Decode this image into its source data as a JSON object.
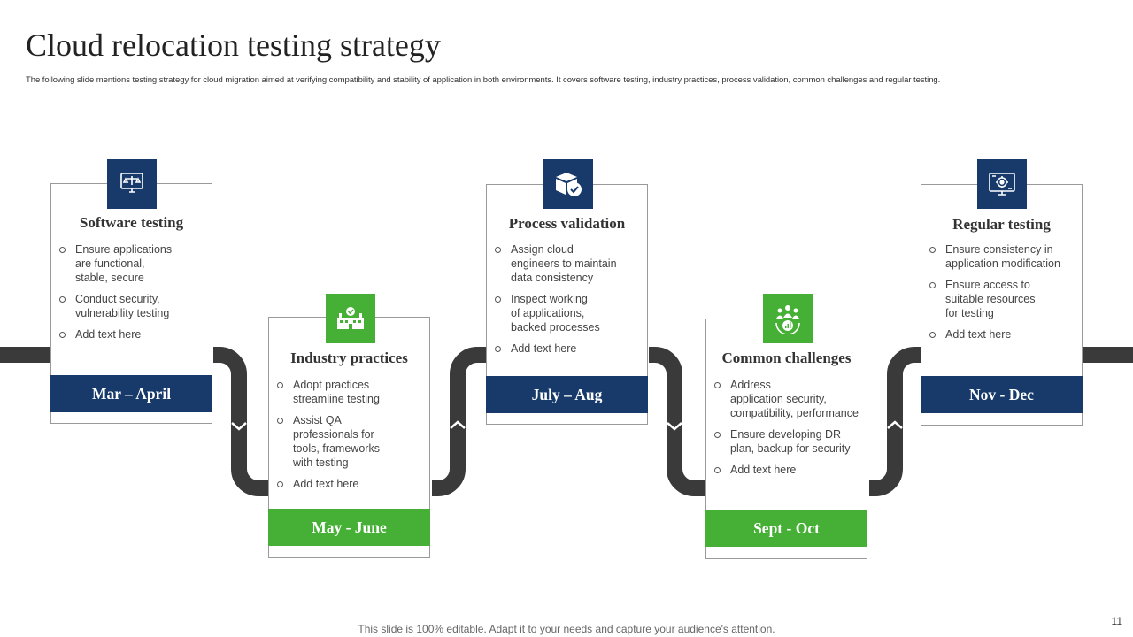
{
  "slide": {
    "title": "Cloud relocation  testing strategy",
    "subtitle": "The following slide mentions testing strategy for cloud migration aimed at verifying compatibility and stability of application in both environments. It covers software testing, industry practices, process validation, common challenges and regular testing.",
    "footer": "This slide is 100% editable. Adapt it to your needs and capture your audience's attention.",
    "page_number": "11"
  },
  "colors": {
    "blue": "#173a6b",
    "green": "#45b035",
    "road": "#3a3a3a"
  },
  "stages": [
    {
      "title": "Software testing",
      "period": "Mar – April",
      "color": "blue",
      "icon": "monitor-scale-icon",
      "items": [
        [
          "Ensure applications",
          "are functional,",
          "stable, secure"
        ],
        [
          "Conduct security,",
          "vulnerability  testing"
        ],
        [
          "Add text here"
        ]
      ]
    },
    {
      "title": "Industry practices",
      "period": "May - June",
      "color": "green",
      "icon": "factory-check-icon",
      "items": [
        [
          "Adopt practices",
          "streamline testing"
        ],
        [
          "Assist QA",
          "professionals for",
          "tools, frameworks",
          "with testing"
        ],
        [
          "Add text here"
        ]
      ]
    },
    {
      "title": "Process validation",
      "period": "July – Aug",
      "color": "blue",
      "icon": "box-check-icon",
      "items": [
        [
          "Assign cloud",
          "engineers to maintain",
          "data consistency"
        ],
        [
          "Inspect working",
          "of applications,",
          "backed processes"
        ],
        [
          "Add text here"
        ]
      ]
    },
    {
      "title": "Common challenges",
      "period": "Sept - Oct",
      "color": "green",
      "icon": "team-growth-icon",
      "items": [
        [
          "Address",
          "application security,",
          "compatibility, performance"
        ],
        [
          "Ensure developing DR",
          "plan, backup for security"
        ],
        [
          "Add text here"
        ]
      ]
    },
    {
      "title": "Regular testing",
      "period": "Nov - Dec",
      "color": "blue",
      "icon": "monitor-gear-icon",
      "items": [
        [
          "Ensure consistency in",
          "application modification"
        ],
        [
          "Ensure access to",
          "suitable resources",
          "for testing"
        ],
        [
          "Add text here"
        ]
      ]
    }
  ]
}
